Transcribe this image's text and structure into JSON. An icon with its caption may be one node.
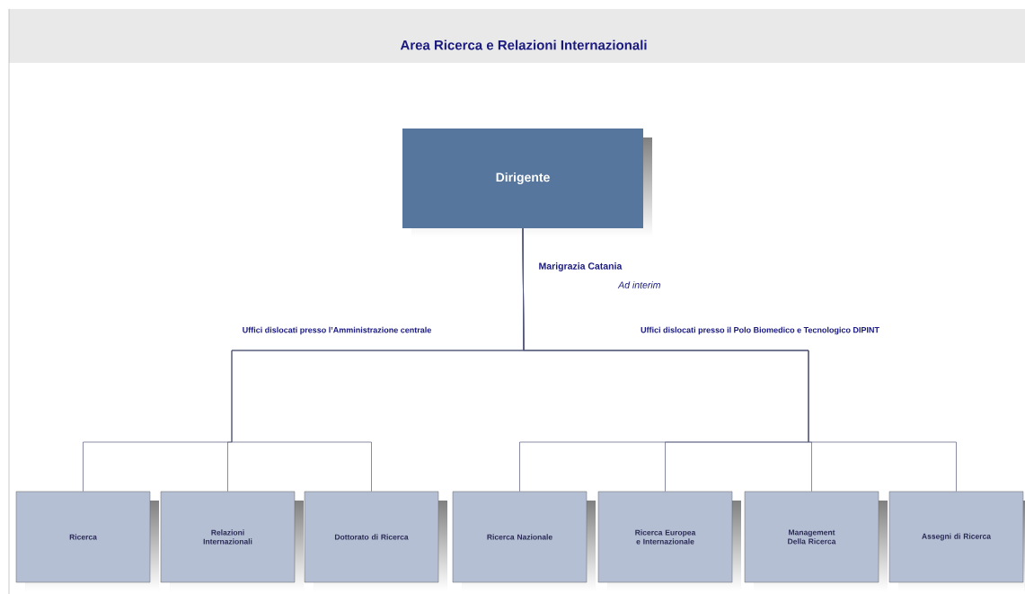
{
  "diagram": {
    "title": "Area Ricerca e Relazioni Internazionali",
    "nodes": [
      {
        "text": [
          "Dirigente"
        ],
        "beside": [
          "Marigrazia Catania",
          "Ad interim"
        ]
      },
      {
        "text": [
          "Ricerca"
        ]
      },
      {
        "text": [
          "Relazioni Internazionali"
        ]
      },
      {
        "text": [
          "Dottorato di Ricerca"
        ]
      },
      {
        "text": [
          "Ricerca Nazionale"
        ]
      },
      {
        "text": [
          "Ricerca Europea e Internazionale"
        ]
      },
      {
        "text": [
          "Management Della Ricerca"
        ]
      },
      {
        "text": [
          "Assegni di Ricerca"
        ]
      }
    ],
    "edges": [
      {
        "from": 0,
        "to": 1,
        "arrow": "none"
      },
      {
        "from": 0,
        "to": 2,
        "arrow": "none"
      },
      {
        "from": 0,
        "to": 3,
        "arrow": "none"
      },
      {
        "from": 0,
        "to": 4,
        "arrow": "none"
      },
      {
        "from": 0,
        "to": 5,
        "arrow": "none"
      },
      {
        "from": 0,
        "to": 6,
        "arrow": "none"
      },
      {
        "from": 0,
        "to": 7,
        "arrow": "none"
      }
    ],
    "labels": [
      "Uffici dislocati presso l’Amministrazione centrale",
      "Uffici dislocati presso il Polo Biomedico e Tecnologico DIPINT"
    ]
  }
}
